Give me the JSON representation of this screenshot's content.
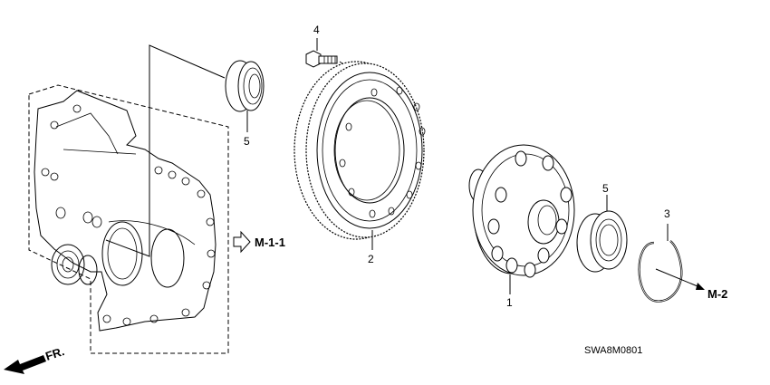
{
  "diagram": {
    "type": "exploded-parts-diagram",
    "subject": "Differential assembly",
    "code": "SWA8M0801",
    "direction_indicator": "FR.",
    "references": [
      {
        "label": "M-1-1",
        "arrow": "hollow"
      },
      {
        "label": "M-2",
        "arrow": "solid"
      }
    ],
    "parts": [
      {
        "number": "1",
        "name": "differential-carrier"
      },
      {
        "number": "2",
        "name": "final-driven-gear"
      },
      {
        "number": "3",
        "name": "snap-ring"
      },
      {
        "number": "4",
        "name": "bolt"
      },
      {
        "number": "5",
        "name": "bearing-left"
      },
      {
        "number": "5",
        "name": "bearing-right"
      }
    ]
  }
}
